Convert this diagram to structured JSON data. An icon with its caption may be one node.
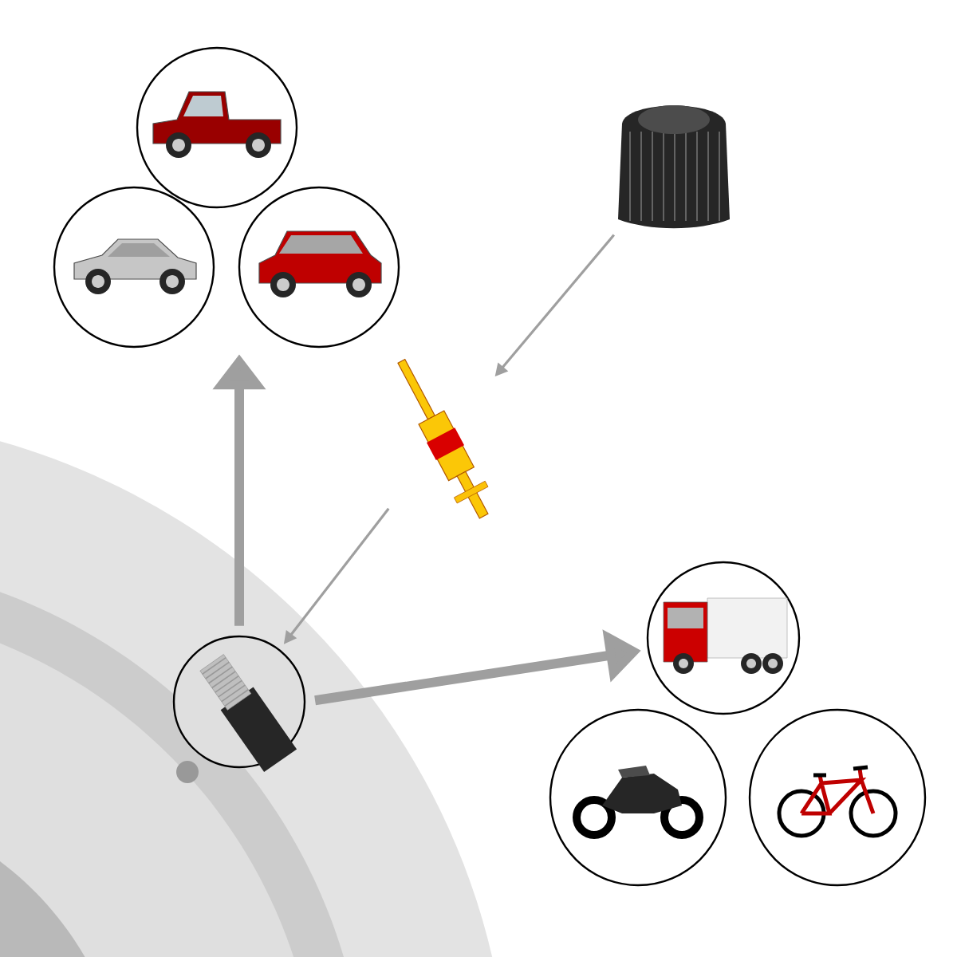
{
  "diagram": {
    "nodes": [
      {
        "text": [],
        "shape": "picture"
      },
      {
        "text": [],
        "shape": "picture"
      },
      {
        "text": [],
        "shape": "picture"
      },
      {
        "text": [],
        "shape": "picture"
      },
      {
        "text": [],
        "shape": "picture"
      },
      {
        "text": [],
        "shape": "picture"
      },
      {
        "text": [],
        "shape": "picture"
      },
      {
        "text": [],
        "shape": "picture"
      },
      {
        "text": [],
        "shape": "picture"
      }
    ],
    "edges": [
      {
        "from": 3,
        "to": 4,
        "arrow": "to"
      },
      {
        "from": 4,
        "to": 5,
        "arrow": "to"
      },
      {
        "from": 5,
        "to": 2,
        "arrow": "to",
        "style": "thick"
      },
      {
        "from": 5,
        "to": 6,
        "arrow": "to",
        "style": "thick"
      }
    ]
  }
}
